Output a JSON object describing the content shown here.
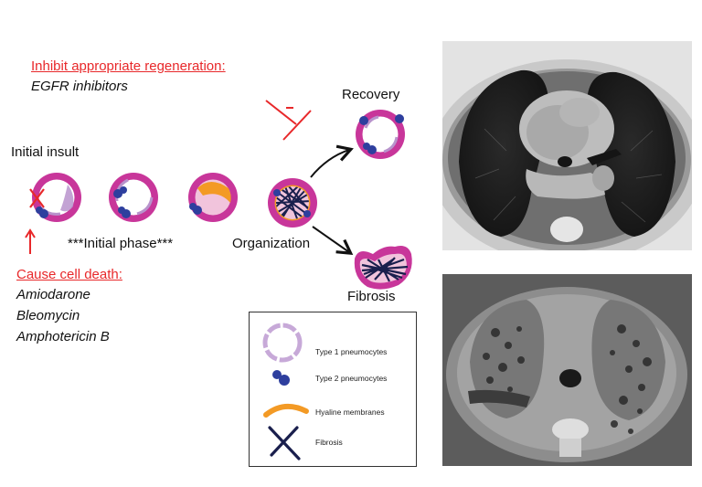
{
  "inhibit": {
    "title": "Inhibit appropriate regeneration:",
    "drug": "EGFR inhibitors"
  },
  "cause": {
    "title": "Cause cell death:",
    "drugs": [
      "Amiodarone",
      "Bleomycin",
      "Amphotericin B"
    ]
  },
  "stages": {
    "initial_insult": "Initial insult",
    "initial_phase": "***Initial phase***",
    "organization": "Organization",
    "recovery": "Recovery",
    "fibrosis": "Fibrosis"
  },
  "legend": {
    "items": [
      "Type 1 pneumocytes",
      "Type 2 pneumocytes",
      "Hyaline membranes",
      "Fibrosis"
    ]
  },
  "colors": {
    "accent_red": "#e8282a",
    "alveolus_ring": "#c8369a",
    "type1_pneumocyte": "#b893cc",
    "type2_pneumocyte": "#2e3f9e",
    "hyaline_membrane": "#f39a25",
    "fibrosis": "#1a1f4d"
  }
}
